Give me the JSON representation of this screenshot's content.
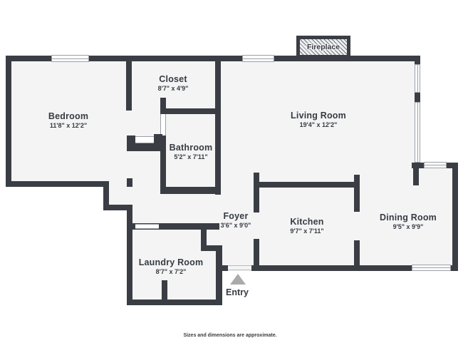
{
  "plan": {
    "rooms": [
      {
        "name": "Bedroom",
        "dims": "11'8\" x 12'2\""
      },
      {
        "name": "Closet",
        "dims": "8'7\" x 4'9\""
      },
      {
        "name": "Bathroom",
        "dims": "5'2\" x 7'11\""
      },
      {
        "name": "Living Room",
        "dims": "19'4\" x 12'2\""
      },
      {
        "name": "Foyer",
        "dims": "3'6\" x 9'0\""
      },
      {
        "name": "Kitchen",
        "dims": "9'7\" x 7'11\""
      },
      {
        "name": "Dining Room",
        "dims": "9'5\" x 9'9\""
      },
      {
        "name": "Laundry Room",
        "dims": "8'7\" x 7'2\""
      }
    ],
    "fireplace_label": "Fireplace",
    "entry_label": "Entry",
    "footnote": "Sizes and dimensions are approximate.",
    "colors": {
      "wall": "#3a3e44",
      "floor": "#f4f4f5",
      "window_line": "#9aa0a6",
      "entry_triangle": "#a8aaac",
      "text": "#363b42"
    }
  }
}
